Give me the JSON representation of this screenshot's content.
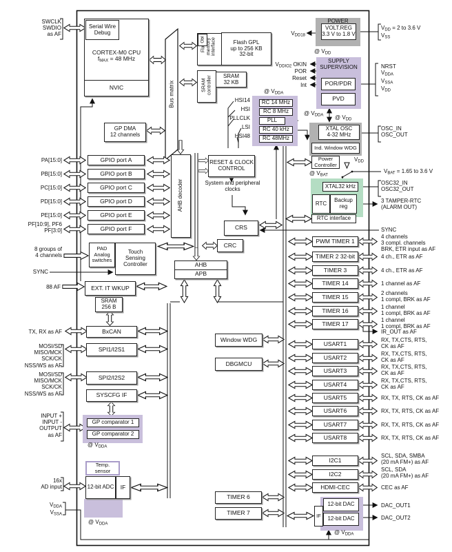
{
  "colors": {
    "purple": "#c9bfdc",
    "gray": "#b1b1b1",
    "green": "#b4ddc3"
  },
  "external": {
    "swd": "SWCLK\nSWDIO\nas AF",
    "gpio_pins": [
      "PA[15:0]",
      "PB[15:0]",
      "PC[15:0]",
      "PD[15:0]",
      "PE[15:0]",
      "PF[10:9], PF6\nPF[3:0]"
    ],
    "touch_pins": "8 groups of\n4 channels",
    "sync_left": "SYNC",
    "exti_pins": "88 AF",
    "can_pins": "TX, RX as AF",
    "spi_pins": "MOSI/SD\nMISO/MCK\nSCK/CK\nNSS/WS as AF",
    "comp_pins": "INPUT +\nINPUT -\nOUTPUT\nas AF",
    "adc_pins": "16x\nAD input",
    "analog_supply": "V~DDA~\nV~SSA~",
    "vdd_supply": "V~DD~ = 2 to 3.6 V\nV~SS~",
    "nrst_pins": "NRST\nV~DDA~\nV~SSA~\nV~DD~",
    "osc_pins": "OSC_IN\nOSC_OUT",
    "vbat_pin": "V~BAT~ = 1.65 to 3.6 V",
    "osc32_pins": "OSC32_IN\nOSC32_OUT",
    "tamper_pin": "3 TAMPER-RTC\n(ALARM OUT)",
    "sync_right": "SYNC",
    "ir_out": "IR_OUT as AF",
    "dac_out1": "DAC_OUT1",
    "dac_out2": "DAC_OUT2"
  },
  "cpu": {
    "swd": "Serial Wire\nDebug",
    "title": "CORTEX-M0 CPU",
    "freq": "f~MAX~ = 48 MHz",
    "nvic": "NVIC"
  },
  "buses": {
    "bus_matrix": "Bus matrix",
    "ahb_decoder": "AHB decoder",
    "ahb": "AHB",
    "apb": "APB"
  },
  "memory": {
    "obl": "Obl",
    "flash_if": "Flash\nmemory\ninterface",
    "flash": "Flash GPL\nup to 256 KB\n32-bit",
    "sram_ctrl": "SRAM\ncontroller",
    "sram": "SRAM\n32 KB",
    "sram256": "SRAM\n256 B"
  },
  "dma": {
    "label": "GP DMA\n12 channels"
  },
  "gpio": [
    "GPIO port A",
    "GPIO port B",
    "GPIO port C",
    "GPIO port D",
    "GPIO port E",
    "GPIO port F"
  ],
  "touch": {
    "pad": "PAD\nAnalog\nswitches",
    "controller": "Touch\nSensing\nController"
  },
  "exti": "EXT. IT WKUP",
  "periph_left": {
    "bxcan": "BxCAN",
    "spi1": "SPI1/I2S1",
    "spi2": "SPI2/I2S2",
    "syscfg": "SYSCFG IF",
    "comp1": "GP comparator 1",
    "comp2": "GP comparator 2",
    "comp_at": "@ V~DDA~",
    "temp": "Temp.\nsensor",
    "adc": "12-bit ADC",
    "adc_if": "IF",
    "adc_at": "@ V~DDA~"
  },
  "clock": {
    "rcc": "RESET & CLOCK\nCONTROL",
    "sys": "System and peripheral\nclocks",
    "at": "@ V~DDA~",
    "signals": [
      "HSI14",
      "HSI",
      "PLLCLK",
      "LSI",
      "HSI48"
    ],
    "osc": [
      "RC 14 MHz",
      "RC 8 MHz",
      "PLL",
      "RC 40 kHz",
      "RC 48MHz"
    ],
    "crs": "CRS",
    "crc": "CRC"
  },
  "power": {
    "title": "POWER",
    "voltreg": "VOLT.REG\n3.3 V to 1.8 V",
    "vdd18": "V~DD18~",
    "at_vdd": "@ V~DD~",
    "supply_title": "SUPPLY\nSUPERVISION",
    "porpdr": "POR/PDR",
    "pvd": "PVD",
    "signals": [
      "V~DDIO2~ OKIN",
      "POR",
      "Reset",
      "Int"
    ],
    "at_vdda": "@ V~DDA~",
    "at_vdd2": "@ V~DD~",
    "xtal": "XTAL OSC\n4-32 MHz",
    "iwdg": "Ind. Window WDG",
    "pwr_ctrl": "Power\nController",
    "vdd": "V~DD~",
    "at_vbat": "@ V~BAT~"
  },
  "rtc": {
    "xtal32": "XTAL32 kHz",
    "rtc": "RTC",
    "backup": "Backup\nreg",
    "iface": "RTC interface"
  },
  "periph_mid": {
    "wwdg": "Window WDG",
    "dbgmcu": "DBGMCU",
    "timer6": "TIMER 6",
    "timer7": "TIMER 7"
  },
  "dac": {
    "if": "IF",
    "dac1": "12-bit DAC",
    "dac2": "12-bit DAC",
    "at": "@ V~DDA~"
  },
  "timers": [
    {
      "name": "PWM TIMER 1",
      "pins": "4 channels\n3 compl. channels\nBRK, ETR input as AF"
    },
    {
      "name": "TIMER 2 32-bit",
      "pins": "4 ch., ETR as AF"
    },
    {
      "name": "TIMER 3",
      "pins": "4 ch., ETR as AF"
    },
    {
      "name": "TIMER 14",
      "pins": "1 channel as AF"
    },
    {
      "name": "TIMER 15",
      "pins": "2 channels\n1 compl, BRK as AF"
    },
    {
      "name": "TIMER 16",
      "pins": "1 channel\n1 compl, BRK as AF"
    },
    {
      "name": "TIMER 17",
      "pins": "1 channel\n1 compl, BRK as AF"
    }
  ],
  "usarts": [
    {
      "name": "USART1",
      "pins": "RX, TX,CTS, RTS,\nCK as AF"
    },
    {
      "name": "USART2",
      "pins": "RX, TX,CTS, RTS,\nCK as AF"
    },
    {
      "name": "USART3",
      "pins": "RX, TX,CTS, RTS,\nCK as AF"
    },
    {
      "name": "USART4",
      "pins": "RX, TX,CTS, RTS,\nCK as AF"
    },
    {
      "name": "USART5",
      "pins": "RX, TX, RTS, CK as AF"
    },
    {
      "name": "USART6",
      "pins": "RX, TX, RTS, CK as AF"
    },
    {
      "name": "USART7",
      "pins": "RX, TX, RTS, CK as AF"
    },
    {
      "name": "USART8",
      "pins": "RX, TX, RTS, CK as AF"
    }
  ],
  "i2c": [
    {
      "name": "I2C1",
      "pins": "SCL, SDA, SMBA\n(20 mA FM+) as AF"
    },
    {
      "name": "I2C2",
      "pins": "SCL, SDA\n(20 mA FM+) as AF"
    },
    {
      "name": "HDMI-CEC",
      "pins": "CEC as AF"
    }
  ]
}
